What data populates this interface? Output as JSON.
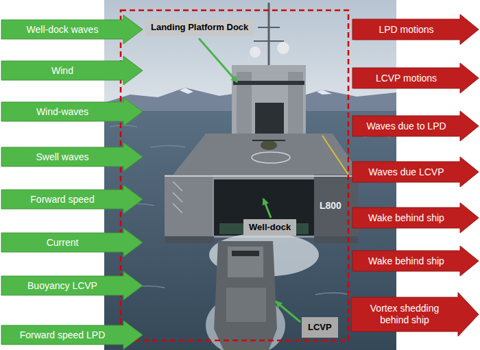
{
  "diagram": {
    "nodes": [
      {
        "text": [
          "Well-dock waves"
        ]
      },
      {
        "text": [
          "Wind"
        ]
      },
      {
        "text": [
          "Wind-waves"
        ]
      },
      {
        "text": [
          "Swell waves"
        ]
      },
      {
        "text": [
          "Forward speed"
        ]
      },
      {
        "text": [
          "Current"
        ]
      },
      {
        "text": [
          "Buoyancy LCVP"
        ]
      },
      {
        "text": [
          "Forward speed LPD"
        ]
      },
      {
        "text": [
          "Landing Platform Dock"
        ]
      },
      {
        "text": [
          "Well-dock"
        ]
      },
      {
        "text": [
          "LCVP"
        ]
      },
      {
        "text": [
          "LPD motions"
        ]
      },
      {
        "text": [
          "LCVP motions"
        ]
      },
      {
        "text": [
          "Waves due to LPD"
        ]
      },
      {
        "text": [
          "Waves due LCVP"
        ]
      },
      {
        "text": [
          "Wake behind ship"
        ]
      },
      {
        "text": [
          "Wake behind ship"
        ]
      },
      {
        "text": [
          "Vortex shedding behind ship"
        ]
      }
    ],
    "labels": [
      "L800"
    ]
  }
}
